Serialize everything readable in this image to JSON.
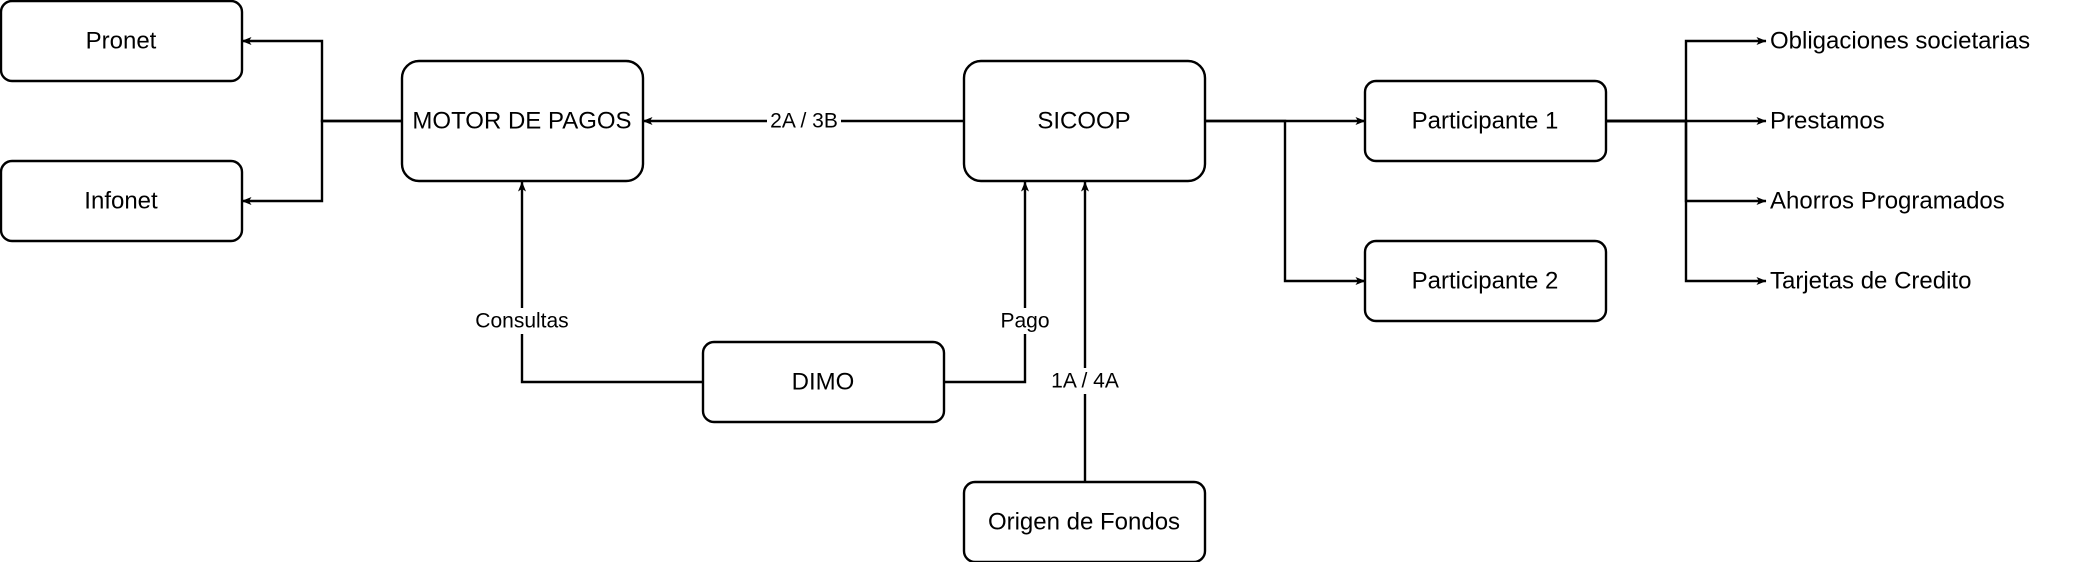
{
  "diagram": {
    "nodes": {
      "pronet": "Pronet",
      "infonet": "Infonet",
      "motor_de_pagos": "MOTOR DE PAGOS",
      "sicoop": "SICOOP",
      "participante_1": "Participante 1",
      "participante_2": "Participante 2",
      "dimo": "DIMO",
      "origen_de_fondos": "Origen de Fondos"
    },
    "targets": {
      "obligaciones": "Obligaciones societarias",
      "prestamos": "Prestamos",
      "ahorros": "Ahorros Programados",
      "tarjetas": "Tarjetas de Credito"
    },
    "edge_labels": {
      "sicoop_to_motor": "2A / 3B",
      "dimo_consultas": "Consultas",
      "dimo_pago": "Pago",
      "origen_to_sicoop": "1A / 4A"
    }
  }
}
